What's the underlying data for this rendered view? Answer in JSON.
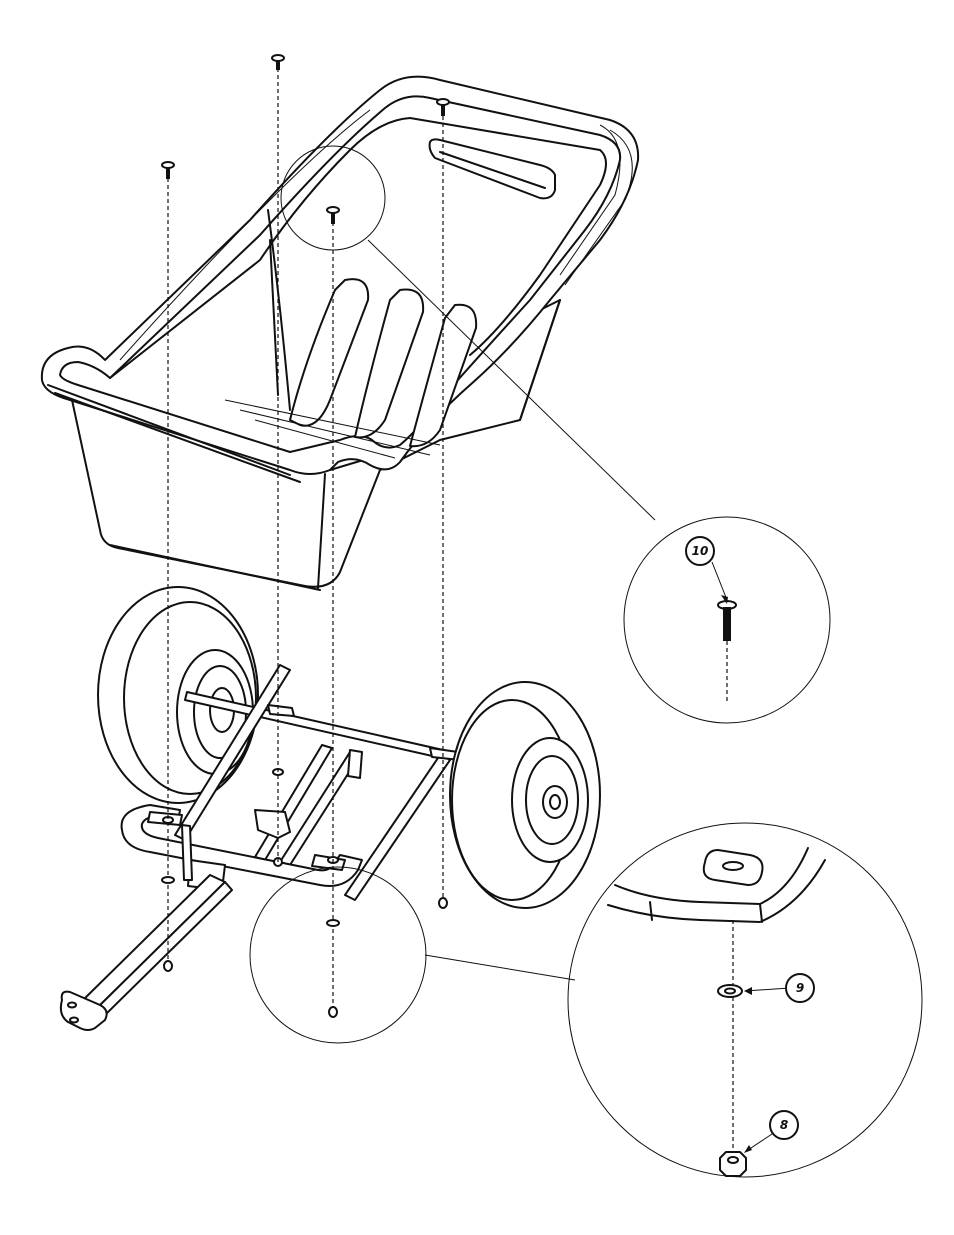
{
  "callouts": {
    "screw": "10",
    "washer": "9",
    "nut": "8"
  },
  "colors": {
    "line": "#111111",
    "background": "#ffffff"
  }
}
